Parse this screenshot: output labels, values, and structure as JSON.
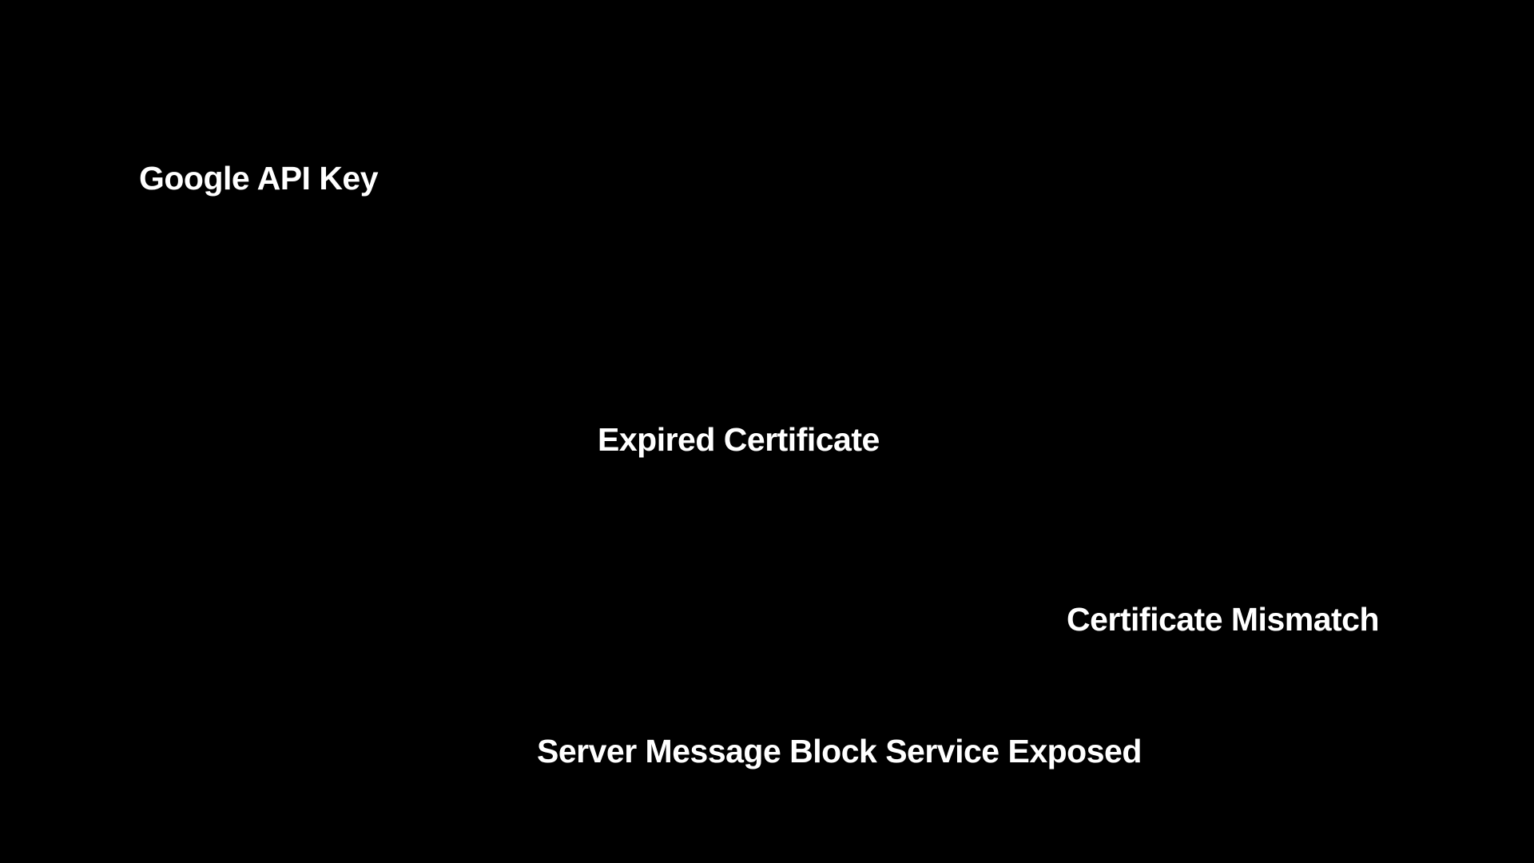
{
  "background_color": "#000000",
  "text_color": "#ffffff",
  "findings": [
    {
      "label": "Google API Key"
    },
    {
      "label": "Expired Certificate"
    },
    {
      "label": "Certificate Mismatch"
    },
    {
      "label": "Server Message Block Service Exposed"
    }
  ]
}
